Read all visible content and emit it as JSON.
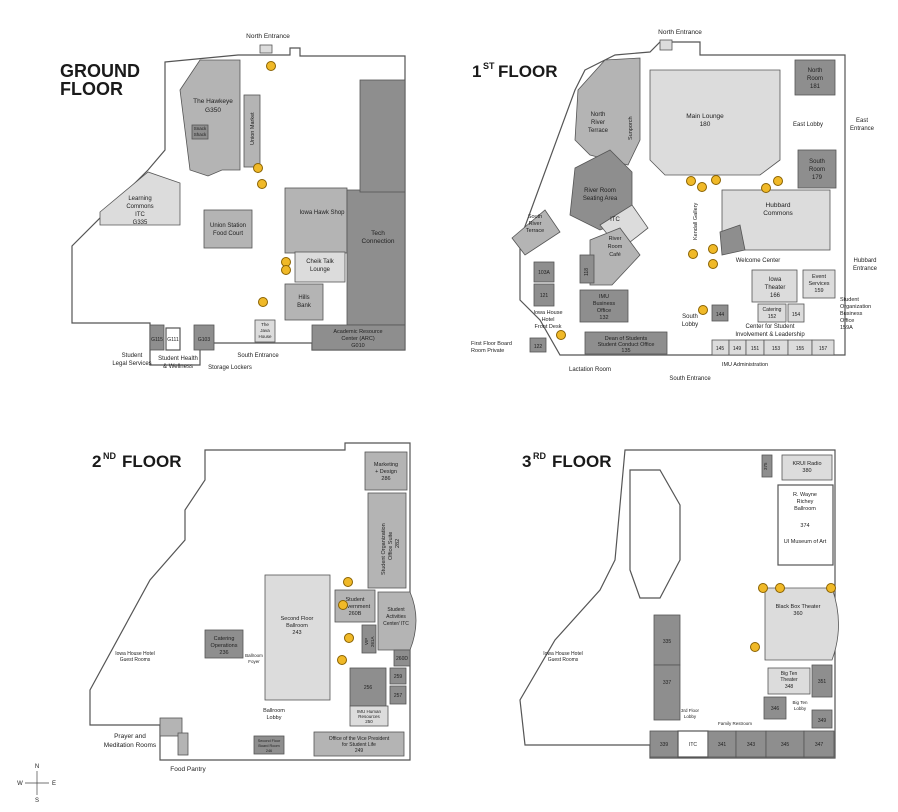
{
  "floors": {
    "ground": {
      "title_line1": "GROUND",
      "title_line2": "FLOOR",
      "labels": {
        "north_entrance": "North Entrance",
        "hawkeye_name": "The Hawkeye",
        "hawkeye_num": "G350",
        "union_market": "Union Market",
        "snack_1": "Snack",
        "snack_2": "Shack",
        "learning_1": "Learning",
        "learning_2": "Commons",
        "learning_3": "ITC",
        "learning_4": "G335",
        "union_station_1": "Union Station",
        "union_station_2": "Food Court",
        "hawk_shop": "Iowa Hawk Shop",
        "tech_1": "Tech",
        "tech_2": "Connection",
        "cheik_1": "Cheik Talk",
        "cheik_2": "Lounge",
        "hills_1": "Hills",
        "hills_2": "Bank",
        "arc_1": "Academic Resource",
        "arc_2": "Center (ARC)",
        "arc_3": "G010",
        "java_1": "The",
        "java_2": "Java",
        "java_3": "House",
        "g115": "G115",
        "g111": "G111",
        "g103": "G103",
        "legal_1": "Student",
        "legal_2": "Legal Services",
        "health_1": "Student Health",
        "health_2": "& Wellness",
        "storage": "Storage Lockers",
        "south_entrance": "South Entrance"
      }
    },
    "first": {
      "title_num": "1",
      "title_sup": "ST",
      "title_word": "FLOOR",
      "labels": {
        "north_entrance": "North Entrance",
        "north_room_1": "North",
        "north_room_2": "Room",
        "north_room_3": "181",
        "north_river_1": "North",
        "north_river_2": "River",
        "north_river_3": "Terrace",
        "sunporch": "Sunporch",
        "main_lounge_1": "Main Lounge",
        "main_lounge_2": "180",
        "east_lobby": "East Lobby",
        "east_entrance_1": "East",
        "east_entrance_2": "Entrance",
        "south_room_1": "South",
        "south_room_2": "Room",
        "south_room_3": "179",
        "river_seating_1": "River Room",
        "river_seating_2": "Seating Area",
        "itc": "ITC",
        "river_cafe_1": "River",
        "river_cafe_2": "Room",
        "river_cafe_3": "Café",
        "kendall": "Kendall Gallery",
        "hubbard_1": "Hubbard",
        "hubbard_2": "Commons",
        "south_river_1": "South",
        "south_river_2": "River",
        "south_river_3": "Terrace",
        "r103a": "103A",
        "r121": "121",
        "r118": "118",
        "welcome": "Welcome Center",
        "hubbard_entrance_1": "Hubbard",
        "hubbard_entrance_2": "Entrance",
        "iowa_theater_1": "Iowa",
        "iowa_theater_2": "Theater",
        "iowa_theater_3": "166",
        "event_1": "Event",
        "event_2": "Services",
        "event_3": "159",
        "sobo_1": "Student",
        "sobo_2": "Organization",
        "sobo_3": "Business",
        "sobo_4": "Office",
        "sobo_5": "159A",
        "iowa_house_1": "Iowa House",
        "iowa_house_2": "Hotel",
        "iowa_house_3": "Front Desk",
        "imu_bo_1": "IMU",
        "imu_bo_2": "Business",
        "imu_bo_3": "Office",
        "imu_bo_4": "132",
        "south_lobby_1": "South",
        "south_lobby_2": "Lobby",
        "r144": "144",
        "catering_1": "Catering",
        "catering_2": "152",
        "r154": "154",
        "csil_1": "Center for Student",
        "csil_2": "Involvement & Leadership",
        "board_1": "First Floor Board",
        "board_2": "Room Private",
        "r122": "122",
        "dean_1": "Dean of Students",
        "dean_2": "Student Conduct Office",
        "dean_3": "135",
        "r145": "145",
        "r149": "149",
        "r151": "151",
        "r153": "153",
        "r155": "155",
        "r157": "157",
        "imu_admin": "IMU Administration",
        "lactation": "Lactation Room",
        "south_entrance": "South Entrance"
      }
    },
    "second": {
      "title_num": "2",
      "title_sup": "ND",
      "title_word": "FLOOR",
      "labels": {
        "marketing_1": "Marketing",
        "marketing_2": "+ Design",
        "marketing_3": "286",
        "sos_1": "Student Organization",
        "sos_2": "Office Suite",
        "sos_3": "282",
        "catering_1": "Catering",
        "catering_2": "Operations",
        "catering_3": "236",
        "ballroom_foyer_1": "Ballroom",
        "ballroom_foyer_2": "Foyer",
        "ballroom_1": "Second Floor",
        "ballroom_2": "Ballroom",
        "ballroom_3": "243",
        "sg_1": "Student",
        "sg_2": "Government",
        "sg_3": "260B",
        "sac_1": "Student",
        "sac_2": "Activities",
        "sac_3": "Center/ ITC",
        "vip_1": "VIP",
        "vip_2": "261A",
        "r260d": "260D",
        "r259": "259",
        "r256": "256",
        "r257": "257",
        "iowa_house_1": "Iowa House Hotel",
        "iowa_house_2": "Guest Rooms",
        "ballroom_lobby_1": "Ballroom",
        "ballroom_lobby_2": "Lobby",
        "imu_hr_1": "IMU Human",
        "imu_hr_2": "Resources",
        "imu_hr_3": "250",
        "prayer_1": "Prayer and",
        "prayer_2": "Meditation Rooms",
        "boardroom_1": "Second Floor",
        "boardroom_2": "Board Room",
        "boardroom_3": "246",
        "ovp_1": "Office of the Vice President",
        "ovp_2": "for Student Life",
        "ovp_3": "249",
        "food_pantry": "Food Pantry"
      }
    },
    "third": {
      "title_num": "3",
      "title_sup": "RD",
      "title_word": "FLOOR",
      "labels": {
        "r375": "375",
        "kriu_1": "KRUI Radio",
        "kriu_2": "380",
        "richey_1": "R. Wayne",
        "richey_2": "Richey",
        "richey_3": "Ballroom",
        "r374": "374",
        "museum": "UI Museum of Art",
        "black_box_1": "Black Box Theater",
        "black_box_2": "360",
        "iowa_house_1": "Iowa House Hotel",
        "iowa_house_2": "Guest Rooms",
        "r335": "335",
        "r337": "337",
        "big_ten_th_1": "Big Ten",
        "big_ten_th_2": "Theater",
        "big_ten_th_3": "348",
        "r351": "351",
        "r346": "346",
        "big_ten_lobby_1": "Big Ten",
        "big_ten_lobby_2": "Lobby",
        "r349": "349",
        "lobby3_1": "3rd Floor",
        "lobby3_2": "Lobby",
        "family": "Family Restroom",
        "r339": "339",
        "itc": "ITC",
        "r341": "341",
        "r343": "343",
        "r345": "345",
        "r347": "347"
      }
    }
  },
  "compass": {
    "n": "N",
    "e": "E",
    "s": "S",
    "w": "W"
  },
  "colors": {
    "room_light": "#dcdcdc",
    "room_mid": "#b4b4b4",
    "room_dark": "#8e8e8e",
    "room_darkest": "#6e6e6e",
    "marker": "#f0b928"
  }
}
